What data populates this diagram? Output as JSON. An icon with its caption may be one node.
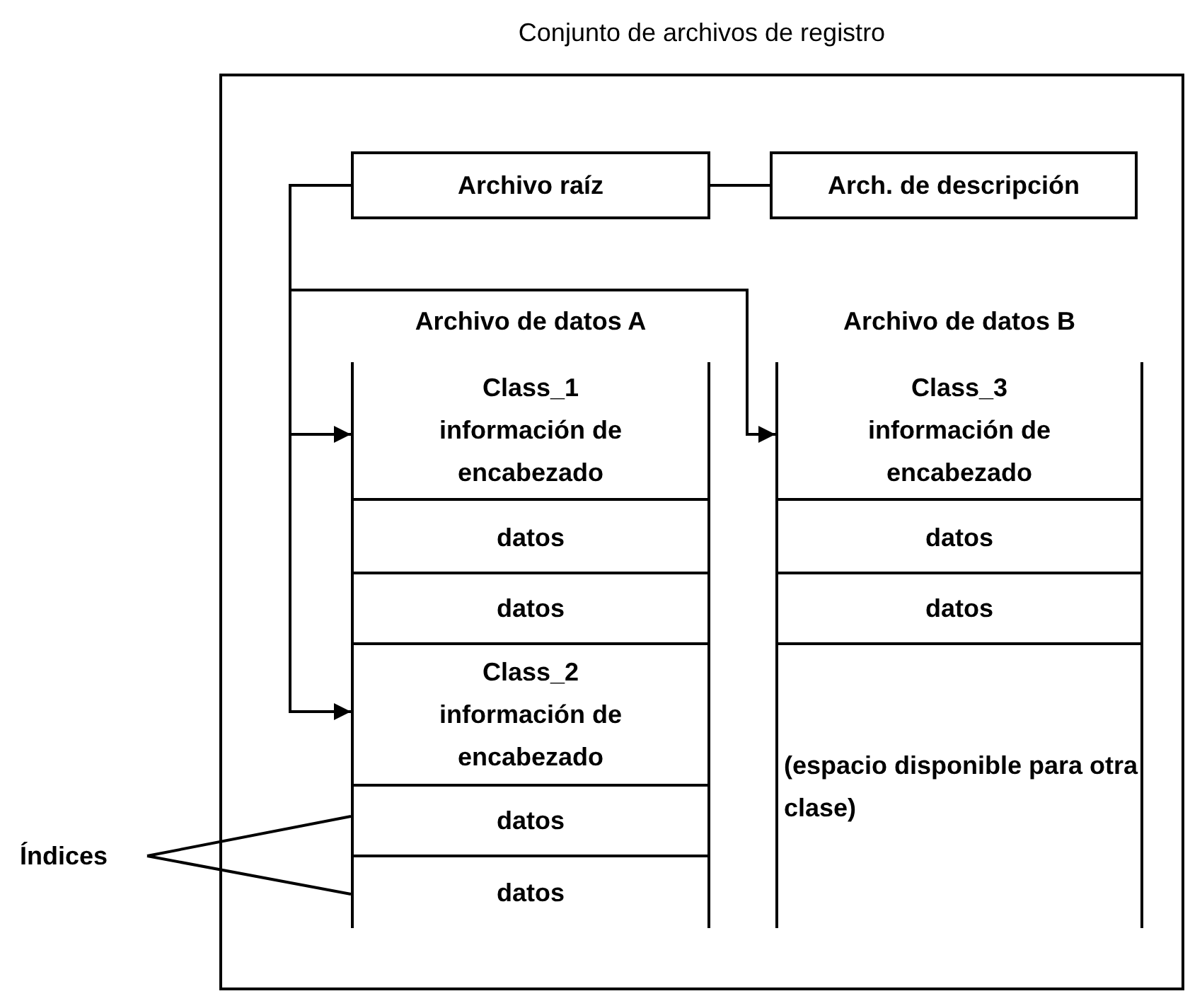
{
  "diagram": {
    "nodes": [
      {
        "text": [
          "Conjunto de archivos de registro"
        ]
      },
      {
        "text": [
          "Archivo raíz"
        ],
        "in": 0
      },
      {
        "text": [
          "Arch. de descripción"
        ],
        "in": 0
      },
      {
        "text": [
          "Archivo de datos A"
        ],
        "in": 0
      },
      {
        "text": [
          "Class_1 información de encabezado"
        ],
        "in": 3
      },
      {
        "text": [
          "datos"
        ],
        "in": 3
      },
      {
        "text": [
          "datos"
        ],
        "in": 3
      },
      {
        "text": [
          "Class_2 información de encabezado"
        ],
        "in": 3
      },
      {
        "text": [
          "datos"
        ],
        "in": 3
      },
      {
        "text": [
          "datos"
        ],
        "in": 3
      },
      {
        "text": [
          "Archivo de datos B"
        ],
        "in": 0
      },
      {
        "text": [
          "Class_3 información de encabezado"
        ],
        "in": 10
      },
      {
        "text": [
          "datos"
        ],
        "in": 10
      },
      {
        "text": [
          "datos"
        ],
        "in": 10
      },
      {
        "text": [
          "(espacio disponible para otra clase)"
        ],
        "in": 10
      },
      {
        "text": [
          "Índices"
        ]
      }
    ],
    "edges": [
      {
        "from": 1,
        "to": 2,
        "arrow": "none"
      },
      {
        "from": 1,
        "to": 4,
        "arrow": "to"
      },
      {
        "from": 1,
        "to": 7,
        "arrow": "to"
      },
      {
        "from": 1,
        "to": 11,
        "arrow": "to"
      },
      {
        "from": 15,
        "to": 8,
        "arrow": "none"
      },
      {
        "from": 15,
        "to": 9,
        "arrow": "none"
      }
    ]
  }
}
